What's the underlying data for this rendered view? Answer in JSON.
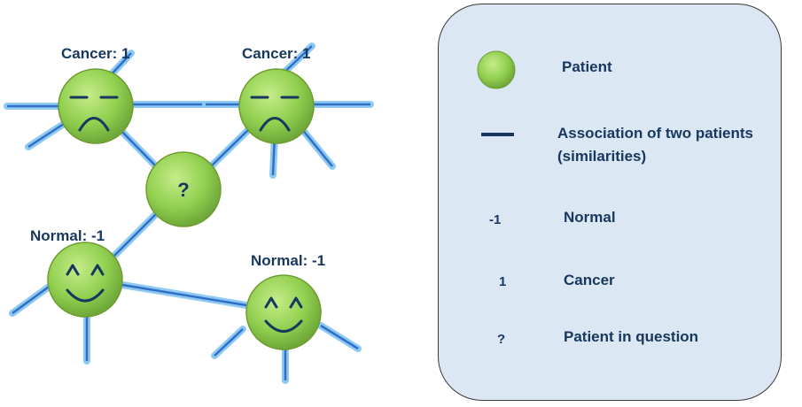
{
  "nodes": [
    {
      "id": "cancer-1",
      "label": "Cancer: 1",
      "face": "sad"
    },
    {
      "id": "cancer-2",
      "label": "Cancer: 1",
      "face": "sad"
    },
    {
      "id": "unknown",
      "label": "",
      "face": "?"
    },
    {
      "id": "normal-1",
      "label": "Normal: -1",
      "face": "happy"
    },
    {
      "id": "normal-2",
      "label": "Normal: -1",
      "face": "happy"
    }
  ],
  "legend": {
    "patient": "Patient",
    "association_line1": "Association of two patients",
    "association_line2": "(similarities)",
    "normal_key": "-1",
    "normal": "Normal",
    "cancer_key": "1",
    "cancer": "Cancer",
    "question_key": "?",
    "question": "Patient in question"
  },
  "colors": {
    "node_fill": "#92d050",
    "node_border": "#6f9c2e",
    "edge_glow": "#8ec9f2",
    "edge_core": "#2f6fc7",
    "text": "#17375e",
    "legend_bg": "#dbe7f3"
  }
}
